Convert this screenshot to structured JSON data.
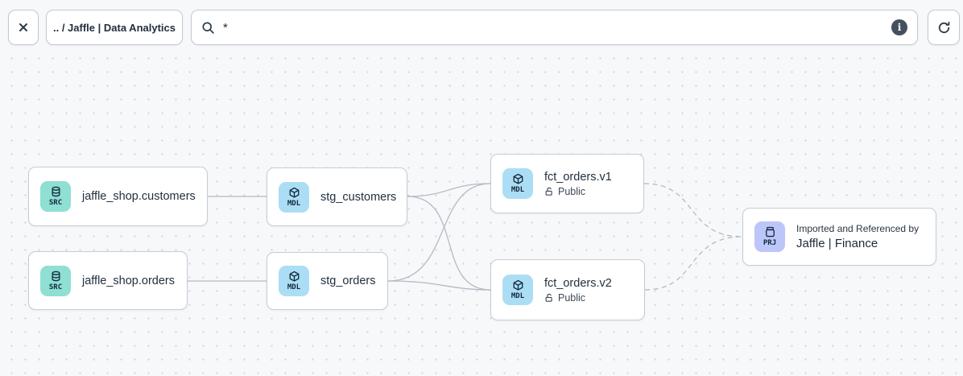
{
  "toolbar": {
    "breadcrumb": ".. / Jaffle | Data Analytics",
    "search": {
      "value": "*",
      "placeholder": ""
    },
    "icons": {
      "close": "close-icon",
      "search": "search-icon",
      "info_glyph": "i",
      "refresh": "refresh-icon"
    }
  },
  "canvas": {
    "nodes": [
      {
        "id": "src-customers",
        "type": "SRC",
        "title": "jaffle_shop.customers"
      },
      {
        "id": "src-orders",
        "type": "SRC",
        "title": "jaffle_shop.orders"
      },
      {
        "id": "stg-customers",
        "type": "MDL",
        "title": "stg_customers"
      },
      {
        "id": "stg-orders",
        "type": "MDL",
        "title": "stg_orders"
      },
      {
        "id": "fct-orders-v1",
        "type": "MDL",
        "title": "fct_orders.v1",
        "access": "Public"
      },
      {
        "id": "fct-orders-v2",
        "type": "MDL",
        "title": "fct_orders.v2",
        "access": "Public"
      },
      {
        "id": "prj-finance",
        "type": "PRJ",
        "subtitle": "Imported and Referenced by",
        "title": "Jaffle | Finance"
      }
    ],
    "edges": [
      {
        "from": "src-customers",
        "to": "stg-customers",
        "style": "solid"
      },
      {
        "from": "src-orders",
        "to": "stg-orders",
        "style": "solid"
      },
      {
        "from": "stg-customers",
        "to": "fct-orders-v1",
        "style": "solid"
      },
      {
        "from": "stg-customers",
        "to": "fct-orders-v2",
        "style": "solid"
      },
      {
        "from": "stg-orders",
        "to": "fct-orders-v1",
        "style": "solid"
      },
      {
        "from": "stg-orders",
        "to": "fct-orders-v2",
        "style": "solid"
      },
      {
        "from": "fct-orders-v1",
        "to": "prj-finance",
        "style": "dashed"
      },
      {
        "from": "fct-orders-v2",
        "to": "prj-finance",
        "style": "dashed"
      }
    ]
  },
  "colors": {
    "canvas_bg": "#f7f8fa",
    "dot_grid": "#d2d6db",
    "card_border": "#c6ccd4",
    "src_badge": "#8fdfd3",
    "mdl_badge": "#abdef5",
    "prj_badge": "#bcc6f9",
    "edge": "#b4bac3",
    "text_dark": "#1f2a37",
    "info_circle": "#44505e"
  }
}
